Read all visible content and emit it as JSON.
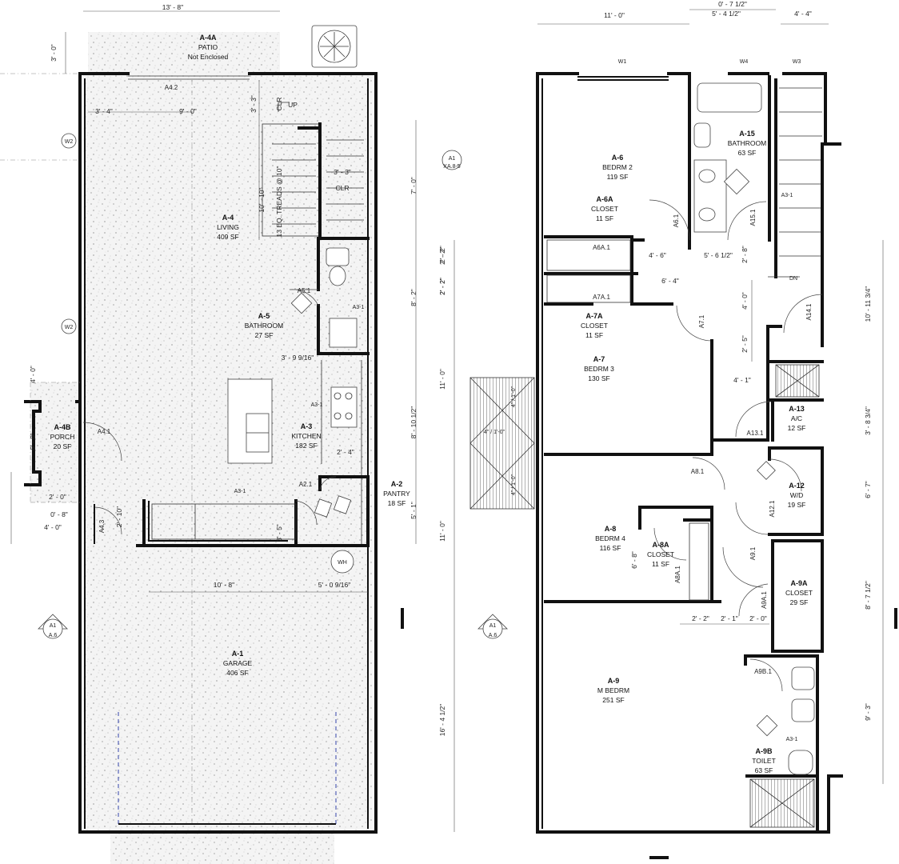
{
  "first_floor": {
    "dims": {
      "top_width": "13' - 8\"",
      "patio_depth": "3' - 0\"",
      "entry_left": "3' - 4\"",
      "entry_mid": "9' - 0\"",
      "stair_top": "3' - 3\"",
      "stair_run": "10' - 10\"",
      "stair_treads": "13 EQ. TREADS @ 10\"",
      "clr_width": "3' - 3\"",
      "right_upper": "7' - 0\"",
      "right_mid": "8' - 2\"",
      "right_b1": "2' - 2\"",
      "right_b2": "2' - 2\"",
      "kitchen_counter": "3' - 9 9/16\"",
      "right_kitchen": "8' - 10 1/2\"",
      "pantry_w": "2' - 4\"",
      "pantry_h": "5' - 1\"",
      "porch_w1": "2' - 0\"",
      "porch_w2": "0' - 8\"",
      "porch_w3": "4' - 0\"",
      "porch_depth": "6' - 0\"",
      "porch_top": "4' - 0\"",
      "closet_w": "2' - 10\"",
      "wh_left": "10' - 8\"",
      "wh_right": "5' - 0 9/16\"",
      "pantry_left": "3' - 5\""
    },
    "tags": {
      "patio_door": "A4.2",
      "bath_door": "A5.1",
      "porch_door": "A4.1",
      "closet_door": "A4.3",
      "pantry_door": "A2.1",
      "kitchen_a31": "A3-1",
      "kitchen_a32": "A3-1",
      "living_a31": "A3-1",
      "clr1": "CLR",
      "clr2": "CLR",
      "up": "UP",
      "wh": "WH",
      "w2_a": "W2",
      "w2_b": "W2",
      "section_a1": "A1",
      "section_xa": "XA.8-5",
      "section_ref_top": "A1",
      "section_ref_bottom": "A.6"
    },
    "rooms": {
      "patio": {
        "id": "A-4A",
        "name": "PATIO",
        "area": "Not Enclosed"
      },
      "living": {
        "id": "A-4",
        "name": "LIVING",
        "area": "409 SF"
      },
      "bathroom": {
        "id": "A-5",
        "name": "BATHROOM",
        "area": "27 SF"
      },
      "kitchen": {
        "id": "A-3",
        "name": "KITCHEN",
        "area": "182 SF"
      },
      "pantry": {
        "id": "A-2",
        "name": "PANTRY",
        "area": "18 SF"
      },
      "porch": {
        "id": "A-4B",
        "name": "PORCH",
        "area": "20 SF"
      },
      "garage": {
        "id": "A-1",
        "name": "GARAGE",
        "area": "406 SF"
      }
    }
  },
  "second_floor": {
    "dims": {
      "top_left": "11' - 0\"",
      "top_a": "0' - 7 1/2\"",
      "top_b": "5' - 4 1/2\"",
      "top_right": "4' - 4\"",
      "hall_w": "4' - 6\"",
      "bath_w": "5' - 6 1/2\"",
      "hall_w2": "6' - 4\"",
      "stair_gap": "2' - 8\"",
      "landing": "4' - 0\"",
      "landing2": "2' - 5\"",
      "bed3_right": "4' - 1\"",
      "right_total": "10' - 11 3/4\"",
      "ac_h": "3' - 8 3/4\"",
      "wd_h": "6' - 7\"",
      "closet9_h": "8' - 7 1/2\"",
      "toilet_h": "9' - 3\"",
      "left_a": "2' - 2\"",
      "left_b": "2' - 2\"",
      "left_total": "11' - 0\"",
      "left_mid": "11' - 0\"",
      "left_bottom": "16' - 4 1/2\"",
      "bed4_closet_h": "6' - 8\"",
      "bot_a": "2' - 2\"",
      "bot_b": "2' - 1\"",
      "bot_c": "2' - 0\"",
      "roof_a": "4\" / 1'-0\"",
      "roof_b": "4\" / 1'-0\"",
      "roof_c": "4\" / 1'-0\""
    },
    "tags": {
      "w1": "W1",
      "w4": "W4",
      "w3": "W3",
      "a6_1": "A6.1",
      "a6a_1": "A6A.1",
      "a7a_1": "A7A.1",
      "a7_1": "A7.1",
      "a15_1": "A15.1",
      "a14_1": "A14.1",
      "a13_1": "A13.1",
      "a8_1": "A8.1",
      "a8a_1": "A8A.1",
      "a12_1": "A12.1",
      "a9_1": "A9.1",
      "a9a_1": "A9A.1",
      "a9b_1": "A9B.1",
      "a3_1_bath": "A3-1",
      "a3_1_toilet": "A3-1",
      "dn": "DN",
      "section_ref_top": "A1",
      "section_ref_bottom": "A.6"
    },
    "rooms": {
      "bedrm2": {
        "id": "A-6",
        "name": "BEDRM 2",
        "area": "119 SF"
      },
      "closet6a": {
        "id": "A-6A",
        "name": "CLOSET",
        "area": "11 SF"
      },
      "bathroom": {
        "id": "A-15",
        "name": "BATHROOM",
        "area": "63 SF"
      },
      "closet7a": {
        "id": "A-7A",
        "name": "CLOSET",
        "area": "11 SF"
      },
      "bedrm3": {
        "id": "A-7",
        "name": "BEDRM 3",
        "area": "130 SF"
      },
      "ac": {
        "id": "A-13",
        "name": "A/C",
        "area": "12 SF"
      },
      "wd": {
        "id": "A-12",
        "name": "W/D",
        "area": "19 SF"
      },
      "bedrm4": {
        "id": "A-8",
        "name": "BEDRM 4",
        "area": "116 SF"
      },
      "closet8a": {
        "id": "A-8A",
        "name": "CLOSET",
        "area": "11 SF"
      },
      "closet9a": {
        "id": "A-9A",
        "name": "CLOSET",
        "area": "29 SF"
      },
      "mbedrm": {
        "id": "A-9",
        "name": "M BEDRM",
        "area": "251 SF"
      },
      "toilet": {
        "id": "A-9B",
        "name": "TOILET",
        "area": "63 SF"
      }
    }
  }
}
